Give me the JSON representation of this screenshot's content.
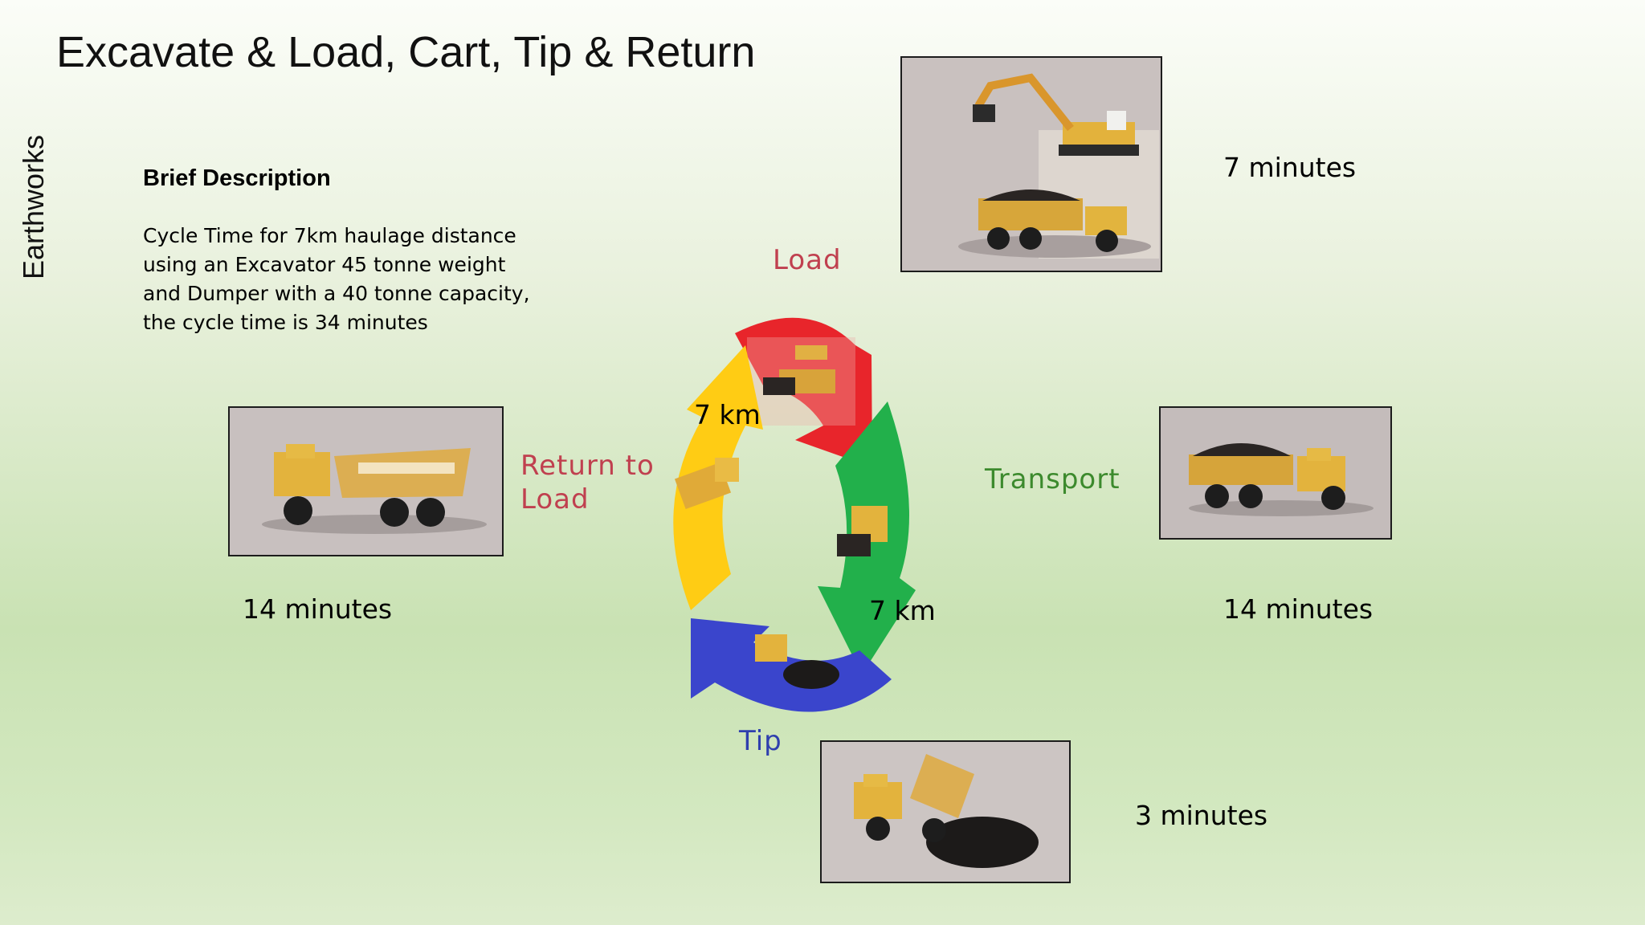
{
  "title": "Excavate & Load, Cart, Tip & Return",
  "side_label": "Earthworks",
  "description": {
    "heading": "Brief Description",
    "lines": [
      "Cycle Time for 7km haulage distance",
      "using an Excavator 45 tonne weight",
      "and Dumper with a 40 tonne capacity,",
      "the cycle time is 34 minutes"
    ]
  },
  "stages": {
    "load": {
      "label": "Load",
      "minutes": "7 minutes",
      "color": "#c0404f"
    },
    "transport": {
      "label": "Transport",
      "minutes": "14 minutes",
      "color": "#3c8a2d"
    },
    "tip": {
      "label": "Tip",
      "minutes": "3 minutes",
      "color": "#2f3fae"
    },
    "return": {
      "label_line1": "Return to",
      "label_line2": "Load",
      "minutes": "14 minutes",
      "color": "#c0404f"
    }
  },
  "cycle": {
    "km_top": "7 km",
    "km_bottom": "7 km",
    "arrow_colors": {
      "load": "#e8252b",
      "transport": "#22b04b",
      "tip": "#3a45cc",
      "return": "#ffcc14"
    }
  },
  "icons": {
    "photo_load": "excavator-loading-dumper-icon",
    "photo_transport": "loaded-dumper-icon",
    "photo_tip": "dumper-tipping-icon",
    "photo_return": "empty-dumper-icon"
  }
}
